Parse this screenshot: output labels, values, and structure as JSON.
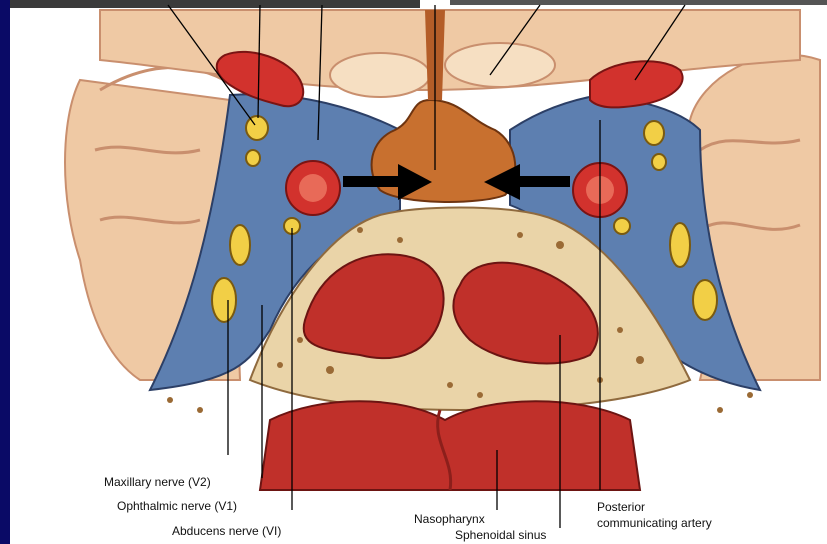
{
  "colors": {
    "frame": "#0a0a66",
    "page": "#ffffff",
    "brain": "#f0c7a0",
    "sinus_blue": "#5d7fb0",
    "artery": "#d2322d",
    "bone": "#ead4a8",
    "nerve": "#f2cf46",
    "pituitary": "#c8702f",
    "arrow": "#000000"
  },
  "labels": {
    "maxillary": "Maxillary nerve (V2)",
    "ophthalmic": "Ophthalmic nerve (V1)",
    "abducens": "Abducens nerve (VI)",
    "nasopharynx": "Nasopharynx",
    "sphenoidal": "Sphenoidal sinus",
    "posterior_line1": "Posterior",
    "posterior_line2": "communicating artery"
  },
  "icons": [
    "left-arrow-icon",
    "right-arrow-icon"
  ]
}
